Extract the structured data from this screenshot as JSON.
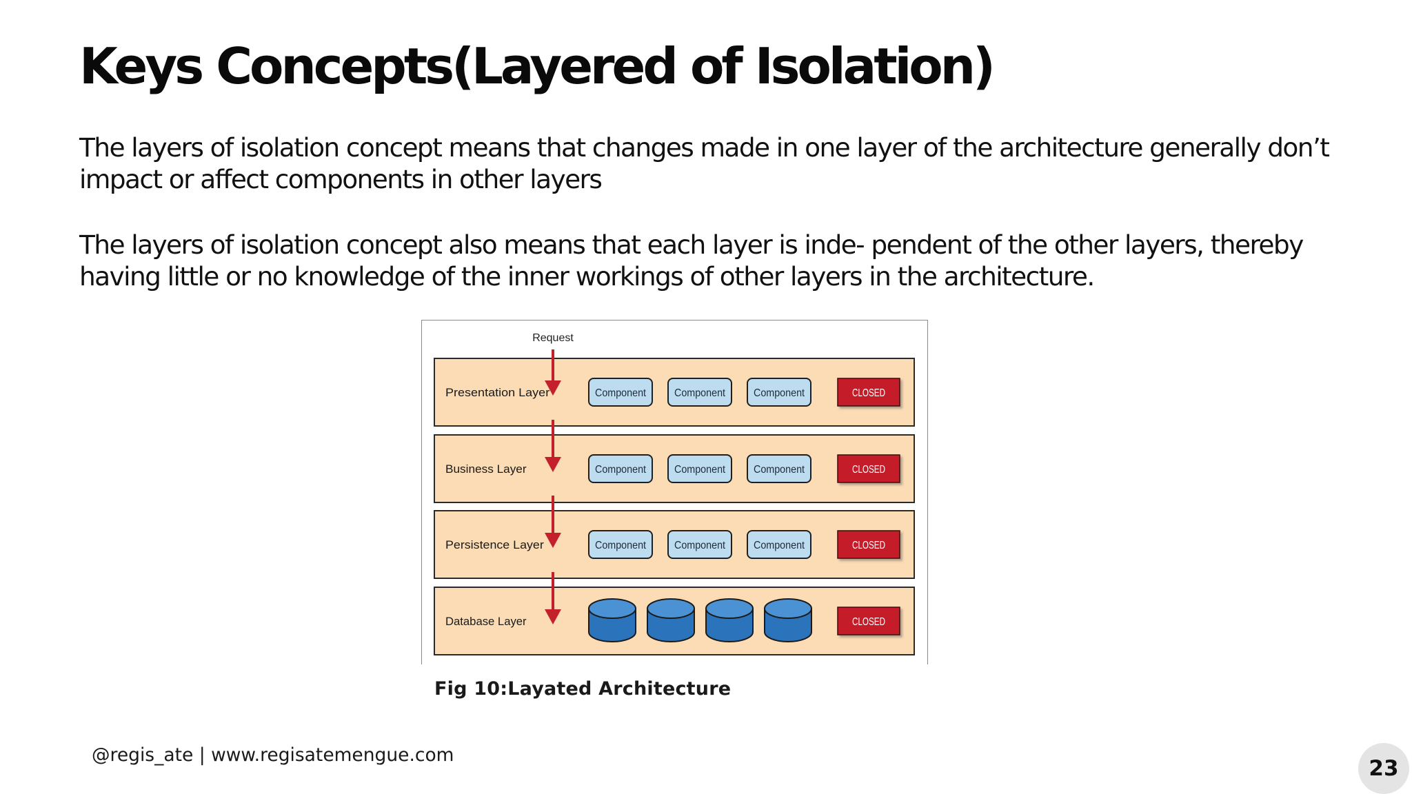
{
  "slide": {
    "title": "Keys Concepts(Layered of Isolation)",
    "paragraphs": [
      "The layers of isolation concept means that changes made in one layer of the architecture generally don’t impact or affect components in other layers",
      "The layers of isolation concept also means that each layer is inde- pendent of the other layers, thereby having little or no knowledge of the inner workings of other layers in the architecture."
    ],
    "caption": "Fig 10:Layated Architecture",
    "footer": "@regis_ate | www.regisatemengue.com",
    "page_number": "23"
  },
  "diagram": {
    "request_label": "Request",
    "layers": [
      {
        "name": "Presentation Layer",
        "items": [
          "Component",
          "Component",
          "Component"
        ],
        "status": "CLOSED"
      },
      {
        "name": "Business Layer",
        "items": [
          "Component",
          "Component",
          "Component"
        ],
        "status": "CLOSED"
      },
      {
        "name": "Persistence Layer",
        "items": [
          "Component",
          "Component",
          "Component"
        ],
        "status": "CLOSED"
      },
      {
        "name": "Database Layer",
        "database_count": 4,
        "status": "CLOSED"
      }
    ],
    "colors": {
      "layer_fill": "#fbdcb4",
      "component_fill": "#bedcf0",
      "closed_fill": "#c51d2a",
      "arrow": "#c4202c",
      "database_fill": "#3784c9"
    }
  }
}
